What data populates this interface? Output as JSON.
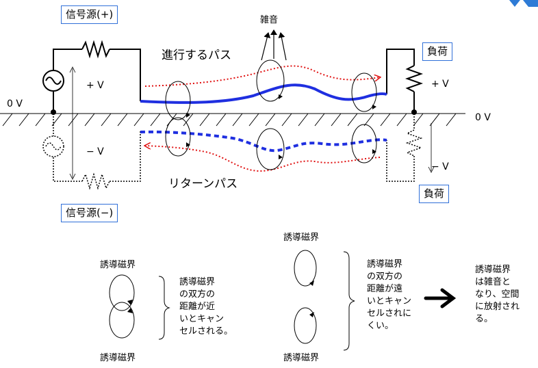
{
  "labels": {
    "signal_source_pos": "信号源(+)",
    "signal_source_neg": "信号源(−)",
    "load_top": "負荷",
    "load_bottom": "負荷",
    "noise": "雑音",
    "forward_path": "進行するパス",
    "return_path": "リターンパス",
    "zero_v_left": "0 V",
    "zero_v_right": "0 V",
    "plus_v_left": "+ V",
    "plus_v_right": "+ V",
    "minus_v_left": "− V",
    "minus_v_right": "− V"
  },
  "legend": {
    "near": {
      "top_label": "誘導磁界",
      "bottom_label": "誘導磁界",
      "lines": [
        "誘導磁界",
        "の双方の",
        "距離が近",
        "いとキャン",
        "セルされる。"
      ]
    },
    "far": {
      "top_label": "誘導磁界",
      "bottom_label": "誘導磁界",
      "lines": [
        "誘導磁界",
        "の双方の",
        "距離が遠",
        "いとキャン",
        "セルされに",
        "くい。"
      ]
    },
    "result": {
      "lines": [
        "誘導磁界",
        "は雑音と",
        "なり、空間",
        "に放射され",
        "る。"
      ]
    }
  },
  "colors": {
    "forward_wire": "#1f2fe0",
    "return_wire": "#1f2fe0",
    "field_path": "#e01010",
    "box_border": "#2f6fd8"
  }
}
